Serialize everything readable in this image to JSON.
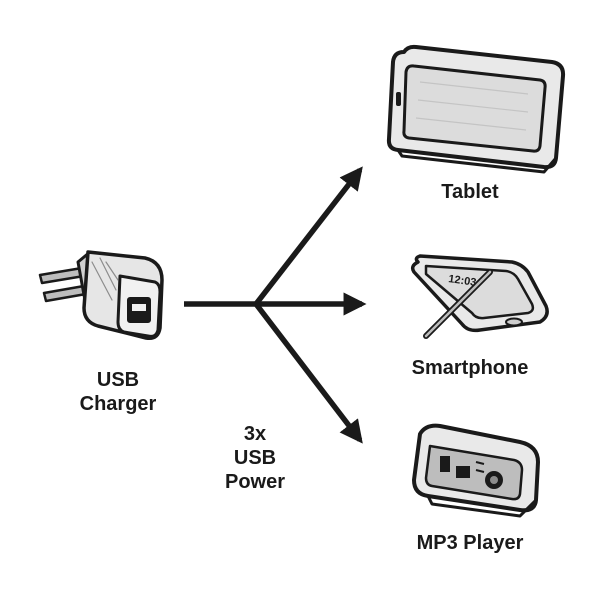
{
  "labels": {
    "charger": [
      "USB",
      "Charger"
    ],
    "power": [
      "3x",
      "USB",
      "Power"
    ],
    "tablet": "Tablet",
    "smartphone": "Smartphone",
    "mp3_player": "MP3 Player"
  },
  "phone_screen_time": "12:03",
  "colors": {
    "ink": "#1a1a1a",
    "device_fill": "#e9e9e9",
    "screen_fill": "#dcdcdc",
    "background": "#ffffff"
  },
  "icons": [
    "usb-charger-icon",
    "tablet-icon",
    "smartphone-icon",
    "mp3-player-icon"
  ]
}
